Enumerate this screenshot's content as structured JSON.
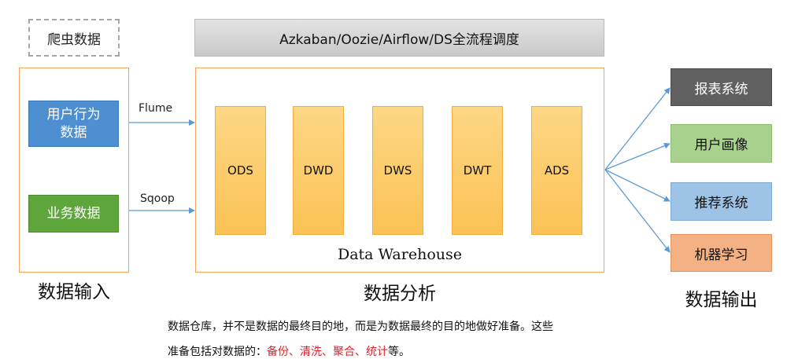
{
  "top": {
    "crawler": "爬虫数据",
    "scheduler": "Azkaban/Oozie/Airflow/DS全流程调度"
  },
  "input": {
    "sources": [
      "用户行为数据",
      "业务数据"
    ],
    "title": "数据输入"
  },
  "edges": {
    "flume": "Flume",
    "sqoop": "Sqoop"
  },
  "warehouse": {
    "layers": [
      "ODS",
      "DWD",
      "DWS",
      "DWT",
      "ADS"
    ],
    "label": "Data Warehouse",
    "title": "数据分析"
  },
  "output": {
    "targets": [
      "报表系统",
      "用户画像",
      "推荐系统",
      "机器学习"
    ],
    "title": "数据输出"
  },
  "note": {
    "line1": "数据仓库，并不是数据的最终目的地，而是为数据最终的目的地做好准备。这些",
    "line2_prefix": "准备包括对数据的：",
    "highlights": [
      "备份",
      "清洗",
      "聚合",
      "统计"
    ],
    "sep": "、",
    "line2_suffix": "等。"
  },
  "colors": {
    "arrow": "#5b9bd5",
    "frame": "#f4a25a",
    "layer": "#fbc254",
    "highlight": "#d9232d"
  }
}
